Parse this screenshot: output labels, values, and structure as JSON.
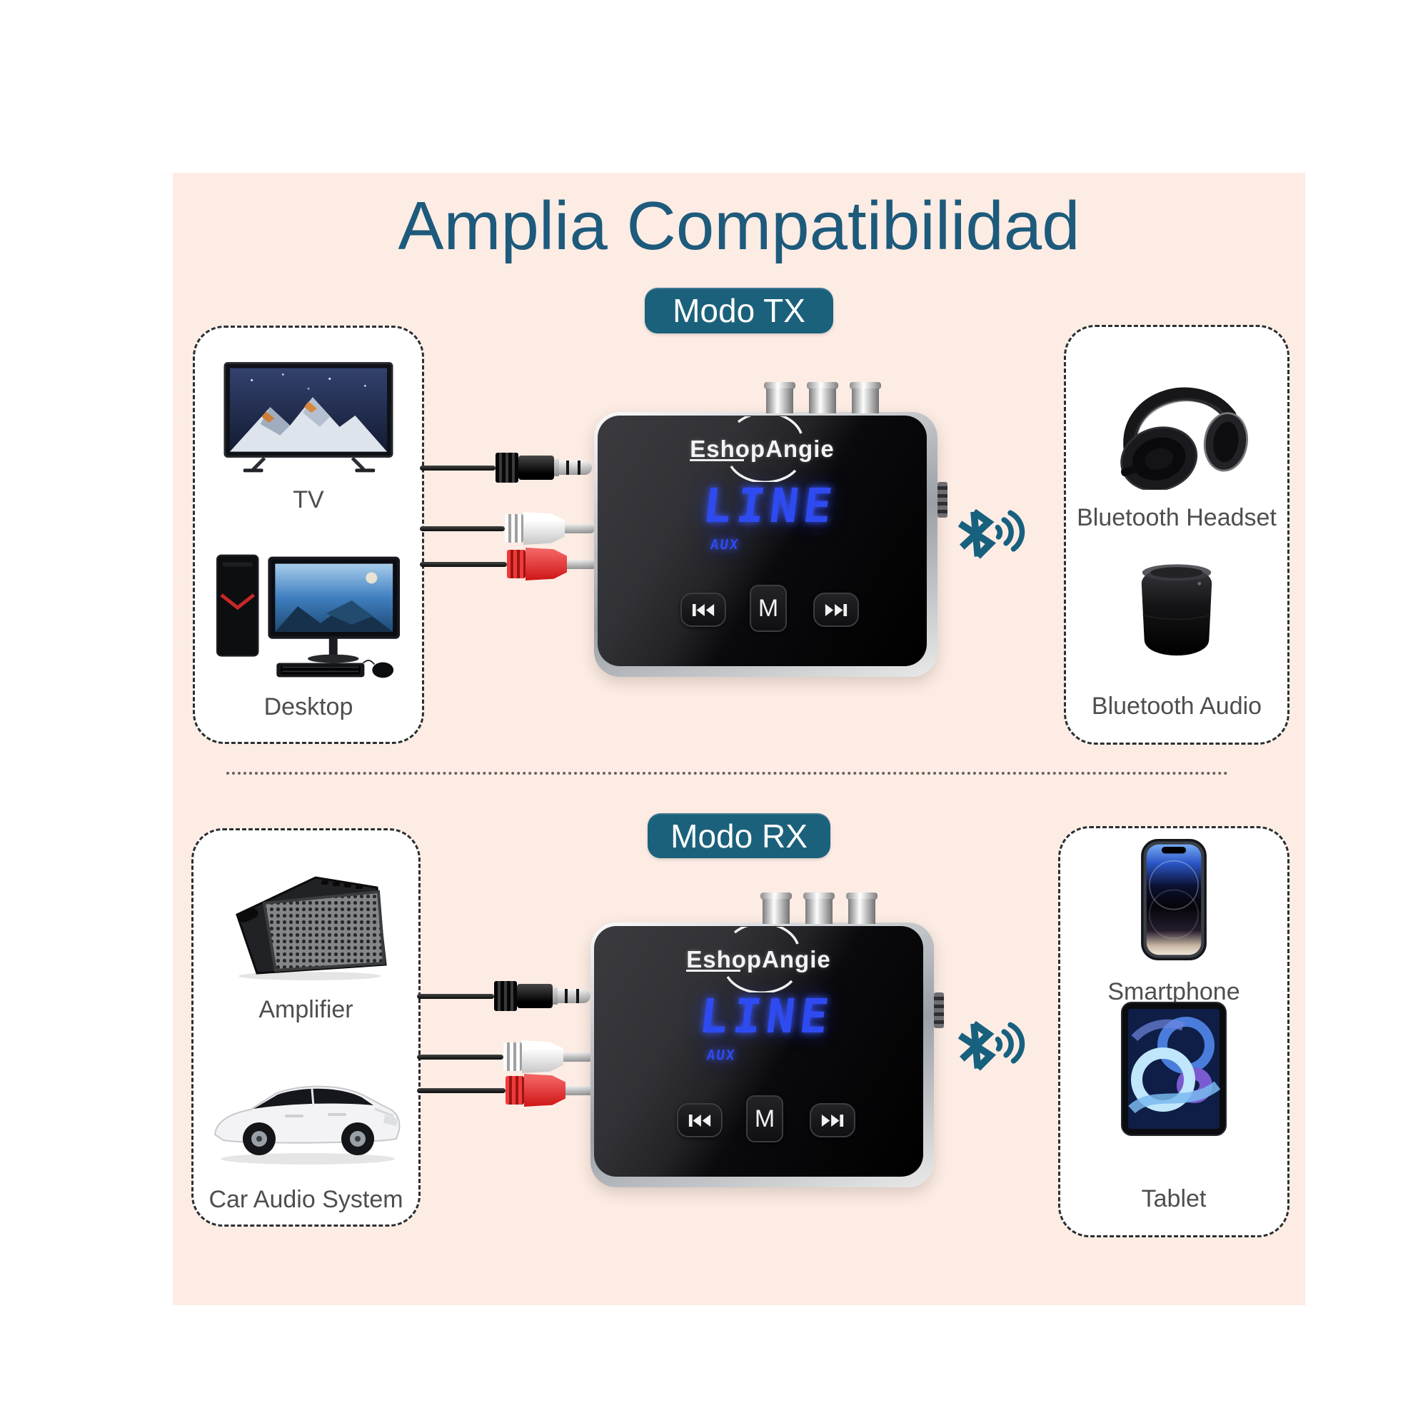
{
  "title": {
    "text": "Amplia Compatibilidad"
  },
  "colors": {
    "panel_bg": "#fcece4",
    "accent_teal": "#1b617b",
    "title_teal": "#1d5a7b",
    "led_blue": "#2e4bf2",
    "label_gray": "#4e4e4e"
  },
  "sections": [
    {
      "id": "tx",
      "badge_label": "Modo TX",
      "link_icon": "bluetooth-signal-icon",
      "sources": {
        "items": [
          {
            "label": "TV",
            "icon": "tv-icon"
          },
          {
            "label": "Desktop",
            "icon": "desktop-pc-icon"
          }
        ]
      },
      "targets": {
        "items": [
          {
            "label": "Bluetooth Headset",
            "icon": "headphones-icon"
          },
          {
            "label": "Bluetooth Audio",
            "icon": "speaker-icon"
          }
        ]
      }
    },
    {
      "id": "rx",
      "badge_label": "Modo RX",
      "link_icon": "bluetooth-signal-icon",
      "sources": {
        "items": [
          {
            "label": "Amplifier",
            "icon": "amplifier-icon"
          },
          {
            "label": "Car Audio System",
            "icon": "car-icon"
          }
        ]
      },
      "targets": {
        "items": [
          {
            "label": "Smartphone",
            "icon": "smartphone-icon"
          },
          {
            "label": "Tablet",
            "icon": "tablet-icon"
          }
        ]
      }
    }
  ],
  "device": {
    "brand": "EshopAngie",
    "display_text": "LINE",
    "display_sub": "AUX",
    "mode_button_label": "M",
    "buttons": [
      "prev-track-icon",
      "mode-button",
      "next-track-icon"
    ],
    "top_connectors": "rca-jacks",
    "cables": [
      {
        "type": "aux-3.5mm-jack",
        "color": "black"
      },
      {
        "type": "rca-plug",
        "color": "white"
      },
      {
        "type": "rca-plug",
        "color": "red"
      }
    ]
  }
}
